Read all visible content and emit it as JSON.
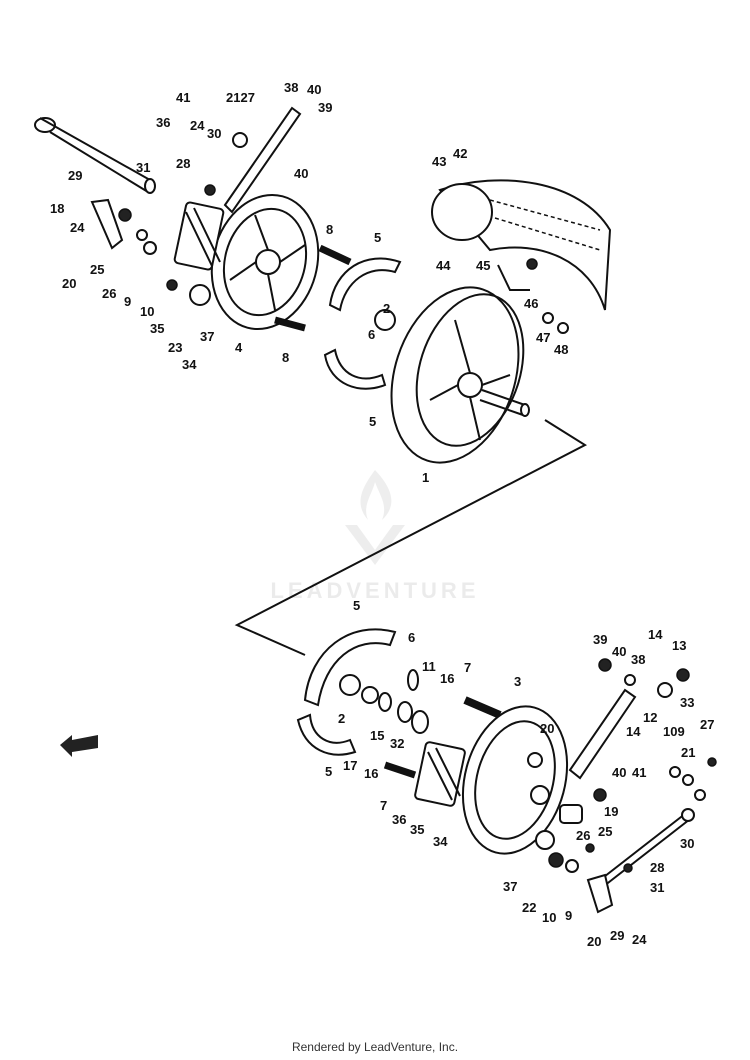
{
  "watermark": {
    "brand": "LEADVENTURE"
  },
  "footer": {
    "credit": "Rendered by LeadVenture, Inc."
  },
  "labels": {
    "l1": "1",
    "l2": "2",
    "l3": "3",
    "l4": "4",
    "l5": "5",
    "l6": "6",
    "l7": "7",
    "l8": "8",
    "l9": "9",
    "l10": "10",
    "l11": "11",
    "l12": "12",
    "l13": "13",
    "l14": "14",
    "l15": "15",
    "l16": "16",
    "l17": "17",
    "l18": "18",
    "l19": "19",
    "l20": "20",
    "l21": "21",
    "l22": "22",
    "l23": "23",
    "l24": "24",
    "l25": "25",
    "l26": "26",
    "l27": "27",
    "l28": "28",
    "l29": "29",
    "l30": "30",
    "l31": "31",
    "l32": "32",
    "l33": "33",
    "l34": "34",
    "l35": "35",
    "l36": "36",
    "l37": "37",
    "l38": "38",
    "l39": "39",
    "l40": "40",
    "l41": "41",
    "l42": "42",
    "l43": "43",
    "l44": "44",
    "l45": "45",
    "l46": "46",
    "l47": "47",
    "l48": "48",
    "l109": "109",
    "l2127": "2127"
  }
}
